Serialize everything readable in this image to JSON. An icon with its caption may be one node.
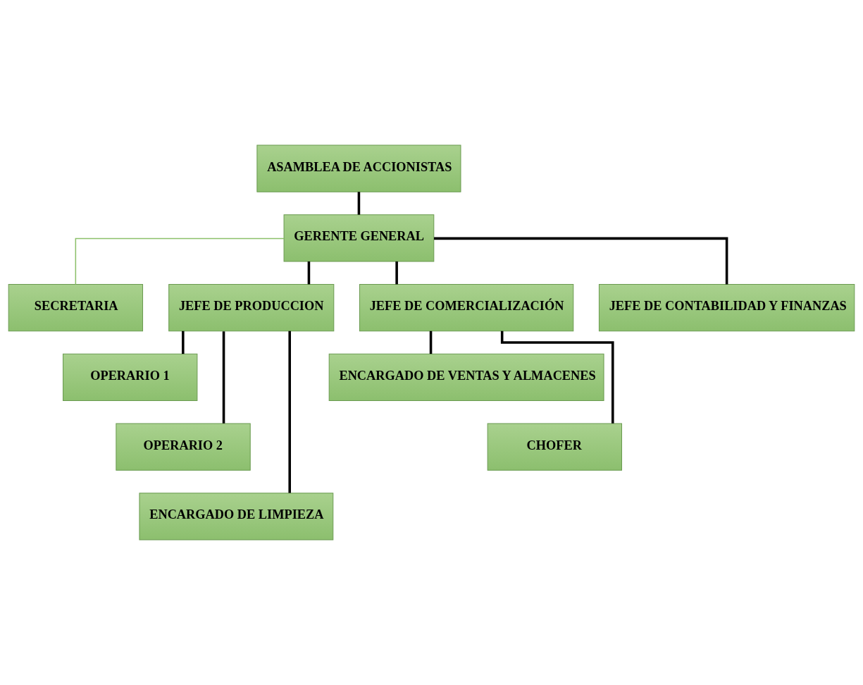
{
  "diagram": {
    "nodes": [
      {
        "text": [
          "ASAMBLEA DE ACCIONISTAS"
        ]
      },
      {
        "text": [
          "GERENTE GENERAL"
        ]
      },
      {
        "text": [
          "SECRETARIA"
        ]
      },
      {
        "text": [
          "JEFE DE PRODUCCION"
        ]
      },
      {
        "text": [
          "JEFE DE COMERCIALIZACIÓN"
        ]
      },
      {
        "text": [
          "JEFE DE CONTABILIDAD Y FINANZAS"
        ]
      },
      {
        "text": [
          "OPERARIO 1"
        ]
      },
      {
        "text": [
          "OPERARIO 2"
        ]
      },
      {
        "text": [
          "ENCARGADO DE LIMPIEZA"
        ]
      },
      {
        "text": [
          "ENCARGADO DE VENTAS Y ALMACENES"
        ]
      },
      {
        "text": [
          "CHOFER"
        ]
      }
    ],
    "edges": [
      {
        "from": 0,
        "to": 1,
        "arrow": "none"
      },
      {
        "from": 1,
        "to": 2,
        "arrow": "none",
        "color": "#8cc06a"
      },
      {
        "from": 1,
        "to": 3,
        "arrow": "none"
      },
      {
        "from": 1,
        "to": 4,
        "arrow": "none"
      },
      {
        "from": 1,
        "to": 5,
        "arrow": "none"
      },
      {
        "from": 3,
        "to": 6,
        "arrow": "none"
      },
      {
        "from": 3,
        "to": 7,
        "arrow": "none"
      },
      {
        "from": 3,
        "to": 8,
        "arrow": "none"
      },
      {
        "from": 4,
        "to": 9,
        "arrow": "none"
      },
      {
        "from": 4,
        "to": 10,
        "arrow": "none"
      }
    ]
  }
}
